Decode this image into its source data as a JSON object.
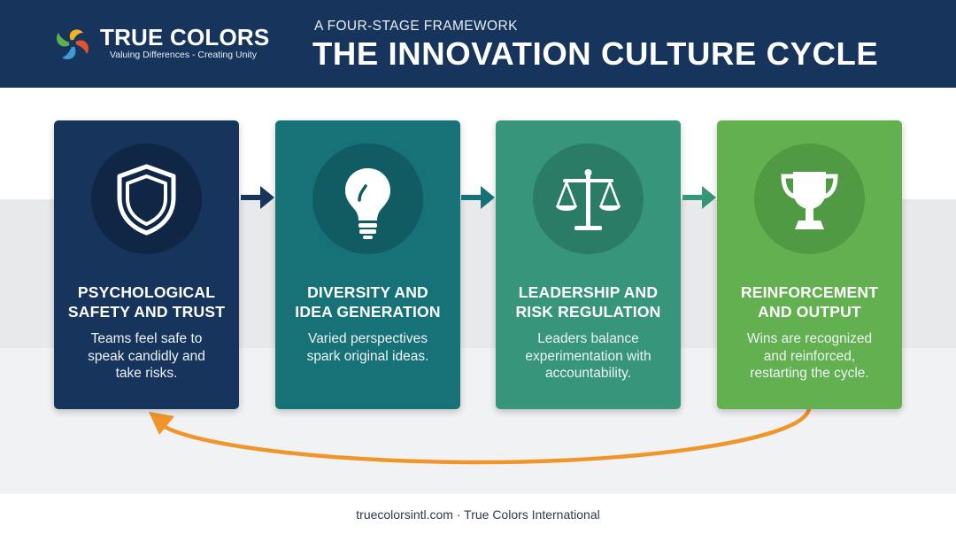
{
  "header": {
    "logo": {
      "name": "TRUE COLORS",
      "tagline": "Valuing Differences - Creating Unity",
      "icon": "true-colors-swirl-icon"
    },
    "kicker": "A FOUR-STAGE FRAMEWORK",
    "title": "THE INNOVATION CULTURE CYCLE"
  },
  "stages": [
    {
      "title_line1": "PSYCHOLOGICAL",
      "title_line2": "SAFETY AND TRUST",
      "desc_line1": "Teams feel safe to",
      "desc_line2": "speak candidly and",
      "desc_line3": "take risks.",
      "icon": "shield-icon",
      "color": "#17355c"
    },
    {
      "title_line1": "DIVERSITY AND",
      "title_line2": "IDEA GENERATION",
      "desc_line1": "Varied perspectives",
      "desc_line2": "spark original ideas.",
      "desc_line3": "",
      "icon": "lightbulb-icon",
      "color": "#177277"
    },
    {
      "title_line1": "LEADERSHIP AND",
      "title_line2": "RISK REGULATION",
      "desc_line1": "Leaders balance",
      "desc_line2": "experimentation with",
      "desc_line3": "accountability.",
      "icon": "balance-scale-icon",
      "color": "#36957a"
    },
    {
      "title_line1": "REINFORCEMENT",
      "title_line2": "AND OUTPUT",
      "desc_line1": "Wins are recognized",
      "desc_line2": "and reinforced,",
      "desc_line3": "restarting the cycle.",
      "icon": "trophy-icon",
      "color": "#62b04f"
    }
  ],
  "connectors": {
    "arrow_icon": "arrow-right-icon",
    "loop_icon": "return-loop-arrow-icon",
    "loop_color": "#f0952a"
  },
  "footer": {
    "text": "truecolorsintl.com · True Colors International"
  }
}
